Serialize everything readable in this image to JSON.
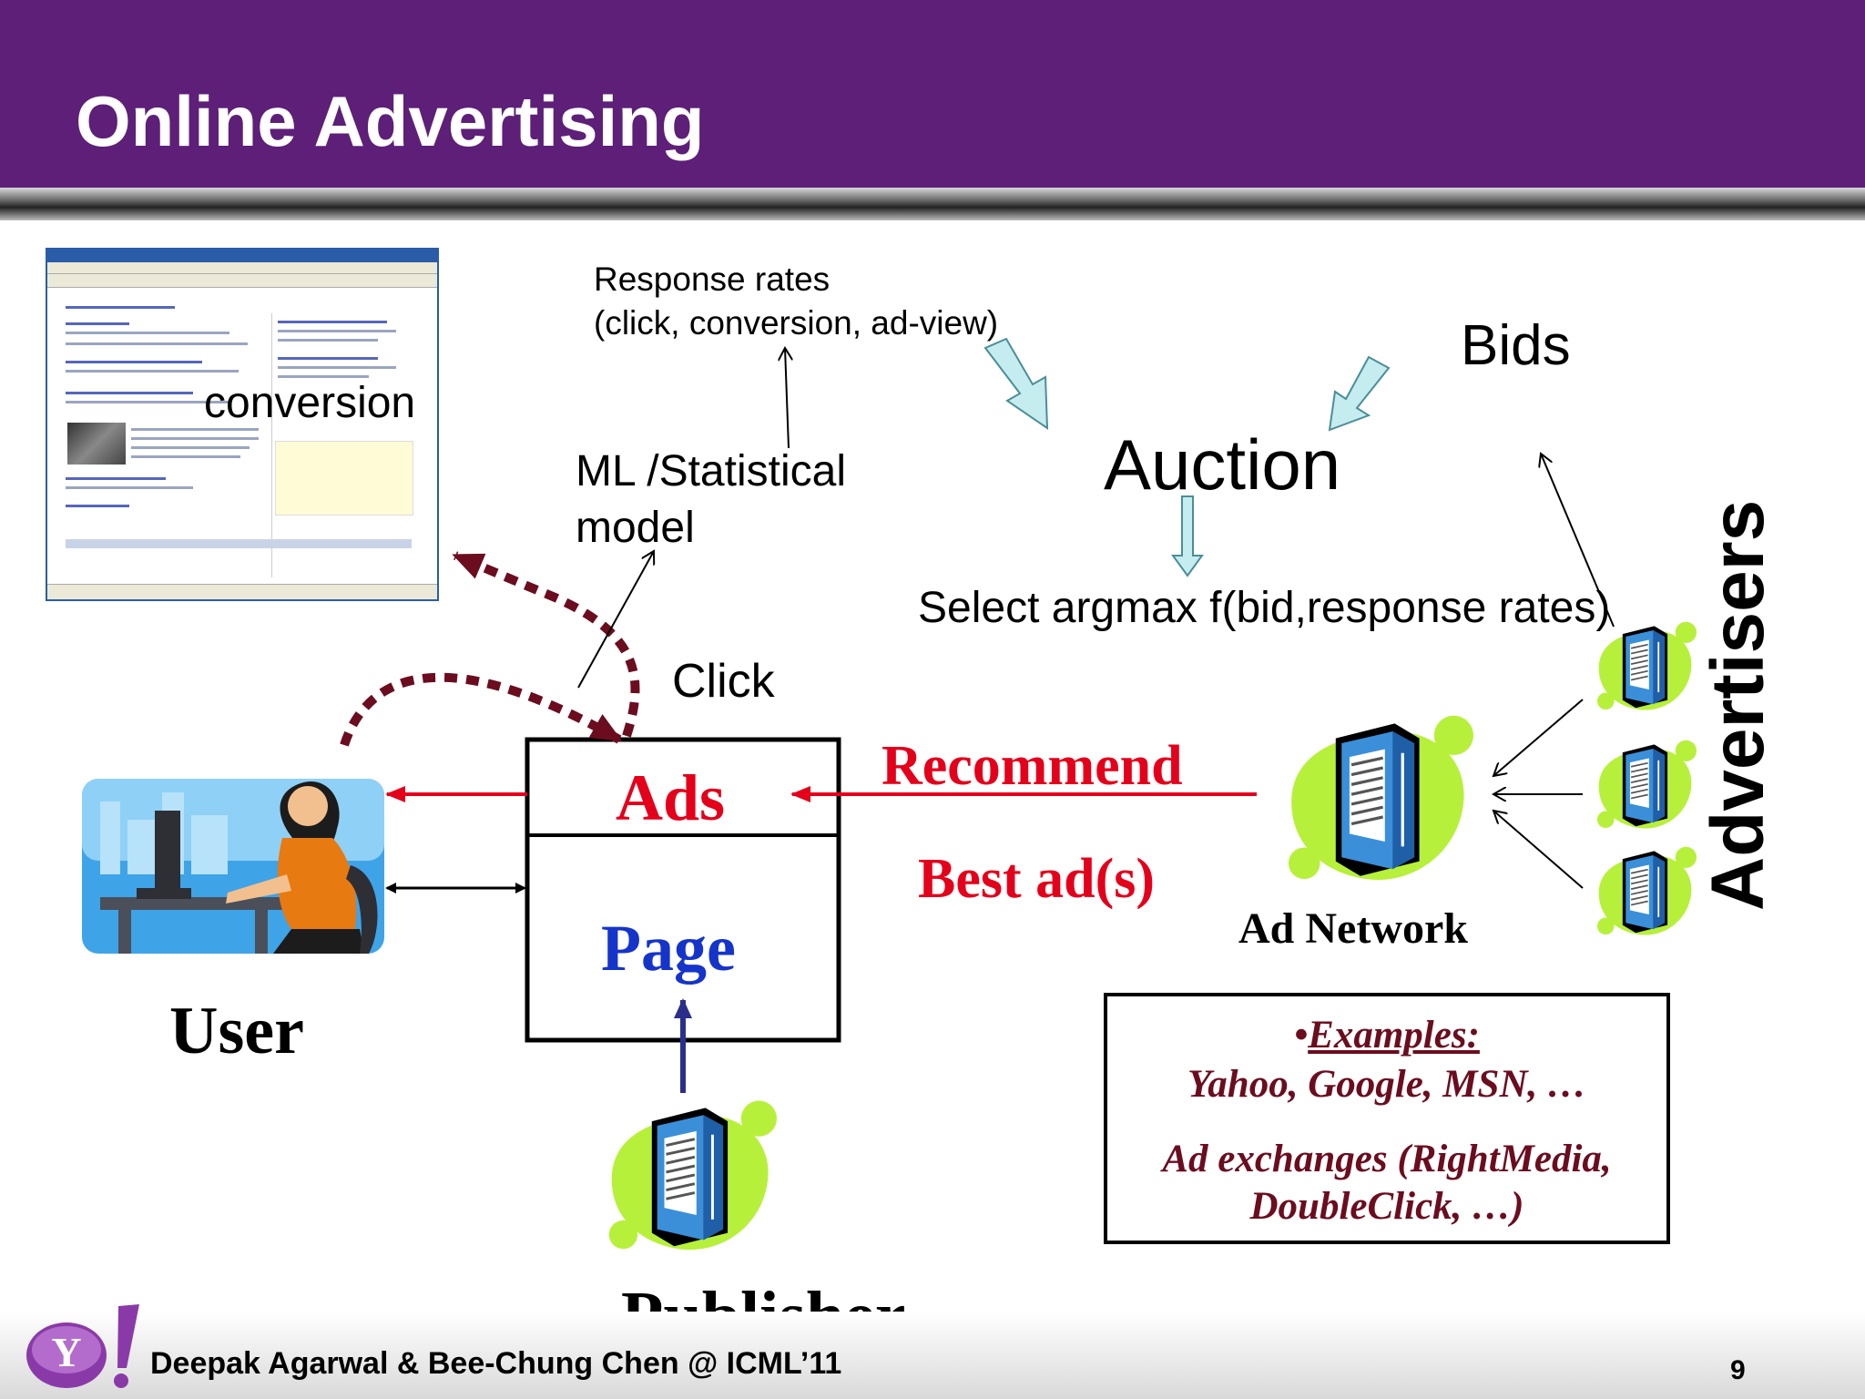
{
  "slide": {
    "title": "Online Advertising"
  },
  "labels": {
    "conversion": "conversion",
    "response_rates_line1": "Response rates",
    "response_rates_line2": "(click, conversion, ad-view)",
    "ml_model_line1": "ML /Statistical",
    "ml_model_line2": "model",
    "auction": "Auction",
    "bids": "Bids",
    "select_argmax": "Select argmax f(bid,response rates)",
    "click": "Click",
    "advertisers": "Advertisers",
    "ads": "Ads",
    "page": "Page",
    "recommend": "Recommend",
    "best_ads": "Best ad(s)",
    "ad_network": "Ad Network",
    "user": "User",
    "publisher": "Publisher"
  },
  "examples": {
    "heading": "Examples:",
    "bullet": "•",
    "line1": "Yahoo, Google, MSN, …",
    "line2": "Ad exchanges (RightMedia,",
    "line3": "DoubleClick, …)"
  },
  "footer": {
    "credit": "Deepak Agarwal & Bee-Chung Chen @ ICML’11",
    "page_number": "9",
    "logo_text": "Y!"
  },
  "colors": {
    "title_bar": "#5d1f77",
    "red_text": "#e4001b",
    "blue_text": "#1534c9",
    "examples_text": "#6b0d1f",
    "server_green": "#b7f03a",
    "server_blue": "#3a8fd8",
    "dotted_arrow": "#6b0d1f"
  }
}
